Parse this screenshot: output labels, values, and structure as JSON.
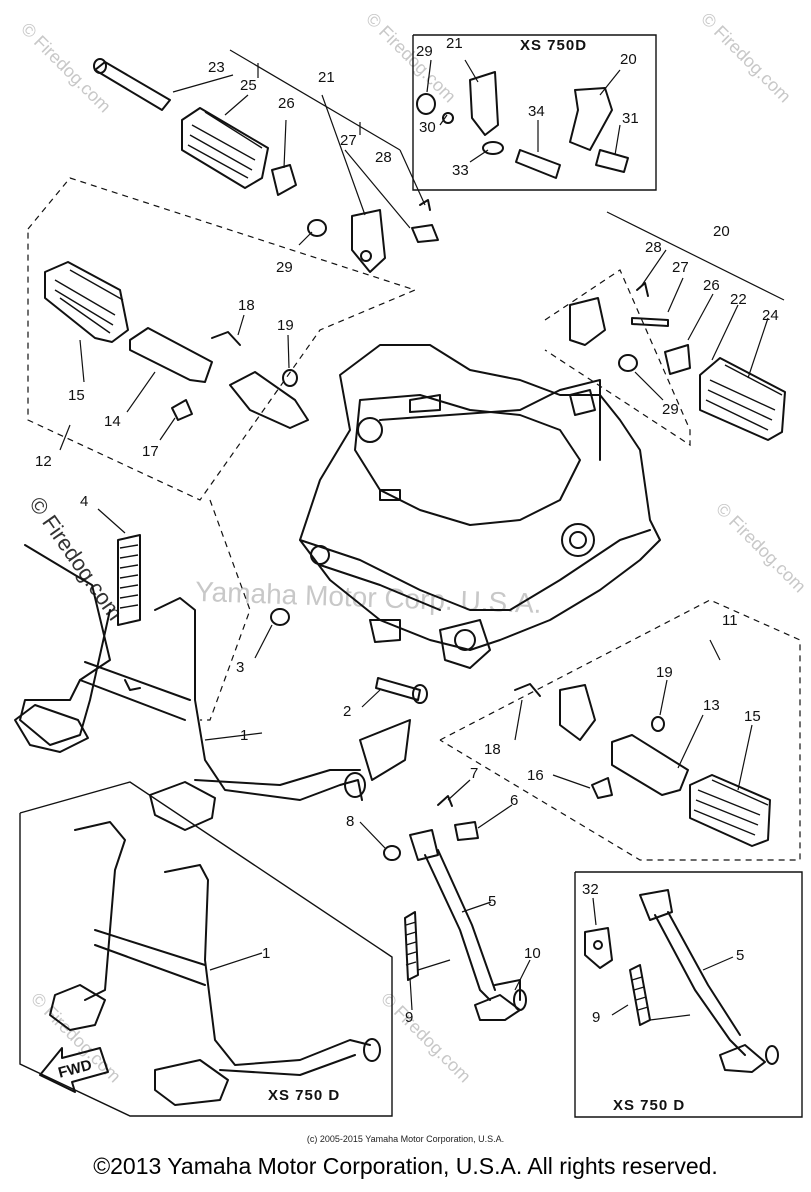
{
  "watermarks": {
    "site": "© Firedog.com",
    "center": "Yamaha Motor Corp. U.S.A."
  },
  "box_titles": {
    "top_right": "XS 750D",
    "bottom_left": "XS 750 D",
    "bottom_right": "XS 750 D"
  },
  "fwd_label": "FWD",
  "part_numbers": [
    "23",
    "25",
    "26",
    "21",
    "27",
    "28",
    "29",
    "29",
    "21",
    "20",
    "30",
    "33",
    "34",
    "31",
    "18",
    "19",
    "15",
    "14",
    "17",
    "12",
    "28",
    "20",
    "27",
    "26",
    "22",
    "24",
    "29",
    "4",
    "3",
    "2",
    "1",
    "11",
    "19",
    "13",
    "15",
    "18",
    "16",
    "7",
    "6",
    "8",
    "5",
    "10",
    "9",
    "1",
    "32",
    "5",
    "9"
  ],
  "footer": {
    "small_copyright": "(c) 2005-2015 Yamaha Motor Corporation, U.S.A.",
    "copyright": "©2013 Yamaha Motor Corporation, U.S.A. All rights reserved."
  },
  "colors": {
    "line": "#111111",
    "watermark": "#c8c8c8",
    "background": "#ffffff"
  }
}
